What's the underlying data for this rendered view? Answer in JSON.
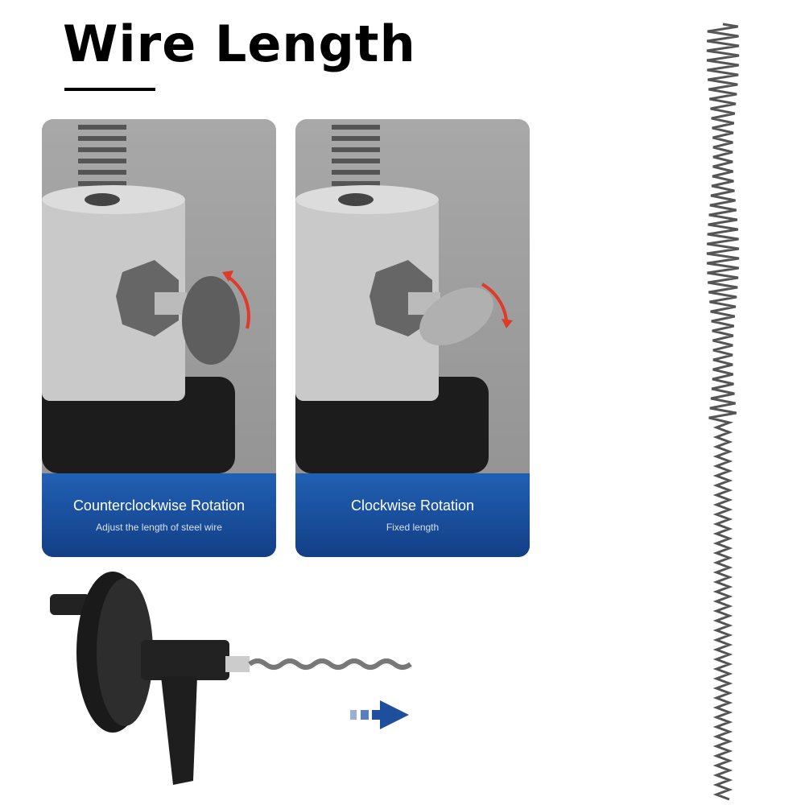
{
  "title": "Wire Length",
  "cards": [
    {
      "title": "Counterclockwise Rotation",
      "subtitle": "Adjust the length of steel wire"
    },
    {
      "title": "Clockwise Rotation",
      "subtitle": "Fixed length"
    }
  ],
  "colors": {
    "caption_blue": "#1d55a6",
    "arrow_red": "#e03a2a",
    "arrow_blue": "#1f4f9c"
  }
}
